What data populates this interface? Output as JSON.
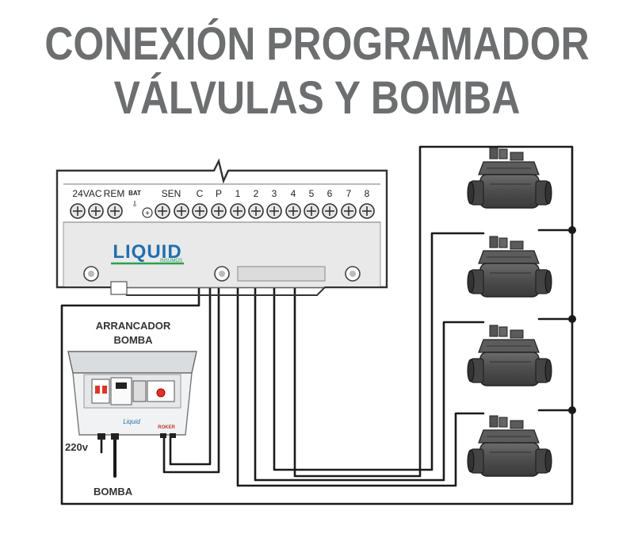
{
  "title": {
    "line1": "CONEXIÓN PROGRAMADOR",
    "line2": "VÁLVULAS Y BOMBA"
  },
  "controller": {
    "brand": "LIQUID",
    "brand_sub": "INSUMOS",
    "terminals": {
      "vac": "24VAC",
      "rem": "REM",
      "bat": "BAT",
      "sen": "SEN",
      "c": "C",
      "p": "P",
      "z1": "1",
      "z2": "2",
      "z3": "3",
      "z4": "4",
      "z5": "5",
      "z6": "6",
      "z7": "7",
      "z8": "8"
    }
  },
  "starter": {
    "label_line1": "ARRANCADOR",
    "label_line2": "BOMBA",
    "brand": "Liquid",
    "maker": "ROKER",
    "power_label": "220v",
    "pump_label": "BOMBA"
  },
  "colors": {
    "title": "#6d6e70",
    "wire": "#1a1a1a",
    "brand_green": "#2e9e4f",
    "brand_blue": "#1f6fb0",
    "valve": "#4a4a4a"
  },
  "icons": {
    "valve": "solenoid-valve-icon",
    "screw": "screw-terminal-icon"
  }
}
